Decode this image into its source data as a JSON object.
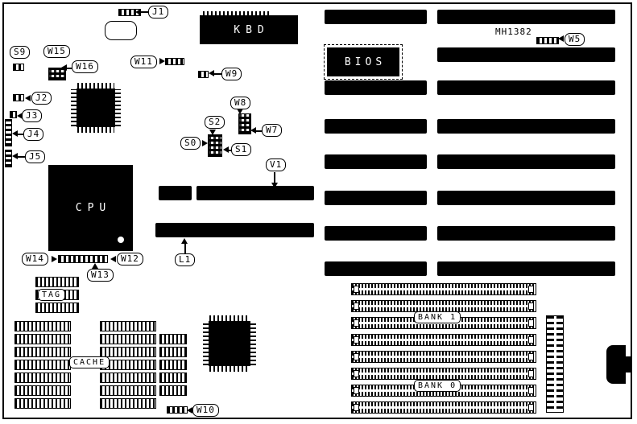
{
  "board": {
    "part_number": "MH1382",
    "colors": {
      "ink": "#000000",
      "paper": "#ffffff"
    }
  },
  "chips": {
    "kbd": "KBD",
    "bios": "BIOS",
    "cpu": "CPU"
  },
  "regions": {
    "tag": "TAG",
    "cache": "CACHE",
    "bank1": "BANK 1",
    "bank0": "BANK 0"
  },
  "callouts": {
    "j1": "J1",
    "j2": "J2",
    "j3": "J3",
    "j4": "J4",
    "j5": "J5",
    "s0": "S0",
    "s1": "S1",
    "s2": "S2",
    "s9": "S9",
    "w5": "W5",
    "w7": "W7",
    "w8": "W8",
    "w9": "W9",
    "w10": "W10",
    "w11": "W11",
    "w12": "W12",
    "w13": "W13",
    "w14": "W14",
    "w15": "W15",
    "w16": "W16",
    "v1": "V1",
    "l1": "L1"
  }
}
